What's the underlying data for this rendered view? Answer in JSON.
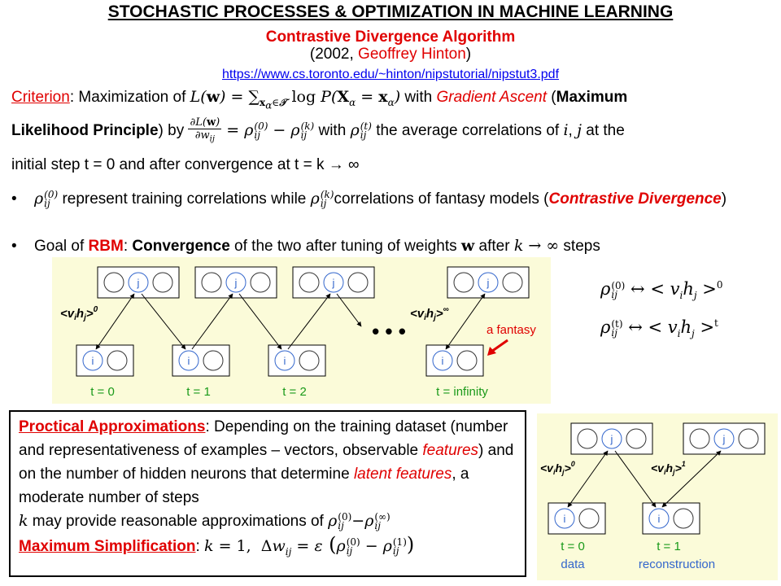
{
  "header": {
    "title": "STOCHASTIC PROCESSES & OPTIMIZATION IN MACHINE LEARNING",
    "subtitle": "Contrastive Divergence Algorithm",
    "year_prefix": "(2002, ",
    "author": "Geoffrey Hinton",
    "year_suffix": ")",
    "link": "https://www.cs.toronto.edu/~hinton/nipstutorial/nipstut3.pdf"
  },
  "criterion": {
    "label": "Criterion",
    "text1": ": Maximization of ",
    "text2": " with ",
    "method": "Gradient Ascent",
    "text3": " (",
    "principle": "Maximum Likelihood Principle",
    "text4": ") by ",
    "text5": " with ",
    "text6": " the average correlations of ",
    "text7": " at the",
    "text8": "initial step t = 0 and after convergence at t = k → ∞"
  },
  "bullets": [
    {
      "t1": " represent training correlations while ",
      "t2": "correlations of fantasy models (",
      "cd": "Contrastive Divergence",
      "t3": ")"
    },
    {
      "t1": "Goal of ",
      "rbm": "RBM",
      "t2": ": ",
      "conv": "Convergence",
      "t3": " of the two after tuning of weights ",
      "t4": " after ",
      "t5": "k → ∞",
      "t6": " steps"
    }
  ],
  "diagram_main": {
    "hidden_label": "j",
    "visible_label": "i",
    "corr0": "<v",
    "steps": [
      "t = 0",
      "t = 1",
      "t = 2",
      "t = infinity"
    ],
    "dots": "• • •",
    "fantasy": "a fantasy",
    "sup0": "0",
    "supinf": "∞"
  },
  "relations": {
    "r1_right": "↔ < v",
    "r1_sup": "0",
    "r2_sup": "t"
  },
  "approx": {
    "label": "Proctical Approximations",
    "text1": ": Depending on the training dataset (number and representativeness of examples – vectors, observable ",
    "features": "features",
    "text2": ") and on the number of hidden neurons that determine ",
    "latent": "latent features",
    "text3": ", a moderate number of steps",
    "text4": " may provide reasonable approximations of ",
    "simp_label": "Maximum Simplification",
    "simp_text": ": "
  },
  "diagram_small": {
    "t0": "t = 0",
    "t1": "t = 1",
    "data": "data",
    "reconstruction": "reconstruction",
    "sup0": "0",
    "sup1": "1"
  },
  "colors": {
    "accent": "#e00000",
    "link": "#0000ee",
    "panel": "#fbfbd9",
    "node": "#3366cc",
    "green": "#1a9a1a"
  }
}
